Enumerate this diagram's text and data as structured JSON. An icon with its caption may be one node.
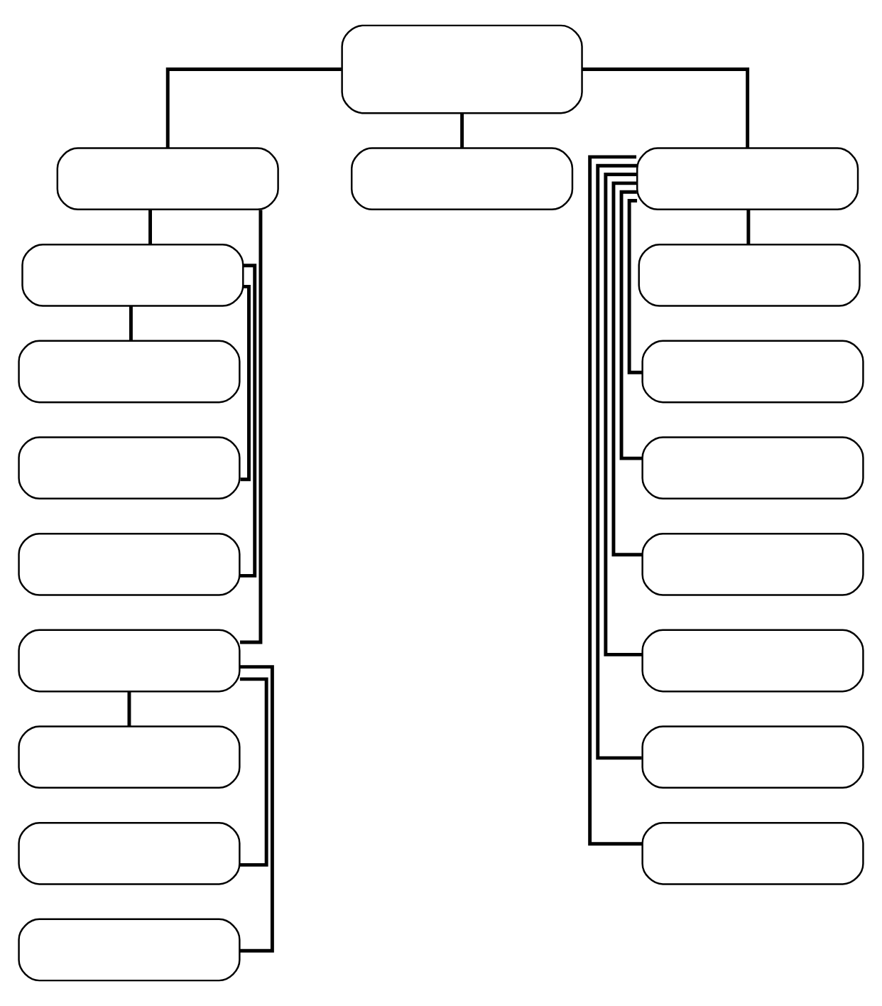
{
  "diagram": {
    "nodes": [
      {
        "text": [],
        "shape": "box"
      },
      {
        "text": [],
        "shape": "box"
      },
      {
        "text": [],
        "shape": "box"
      },
      {
        "text": [],
        "shape": "box"
      },
      {
        "text": [],
        "shape": "box"
      },
      {
        "text": [],
        "shape": "box"
      },
      {
        "text": [],
        "shape": "box"
      },
      {
        "text": [],
        "shape": "box"
      },
      {
        "text": [],
        "shape": "box"
      },
      {
        "text": [],
        "shape": "box"
      },
      {
        "text": [],
        "shape": "box"
      },
      {
        "text": [],
        "shape": "box"
      },
      {
        "text": [],
        "shape": "box"
      },
      {
        "text": [],
        "shape": "box"
      },
      {
        "text": [],
        "shape": "box"
      },
      {
        "text": [],
        "shape": "box"
      },
      {
        "text": [],
        "shape": "box"
      },
      {
        "text": [],
        "shape": "box"
      },
      {
        "text": [],
        "shape": "box"
      }
    ],
    "edges": [
      {
        "from": 0,
        "to": 1,
        "arrow": "none"
      },
      {
        "from": 0,
        "to": 2,
        "arrow": "none"
      },
      {
        "from": 0,
        "to": 3,
        "arrow": "none"
      },
      {
        "from": 1,
        "to": 4,
        "arrow": "none"
      },
      {
        "from": 4,
        "to": 5,
        "arrow": "none"
      },
      {
        "from": 4,
        "to": 6,
        "arrow": "none"
      },
      {
        "from": 4,
        "to": 7,
        "arrow": "none"
      },
      {
        "from": 1,
        "to": 8,
        "arrow": "none"
      },
      {
        "from": 8,
        "to": 9,
        "arrow": "none"
      },
      {
        "from": 8,
        "to": 10,
        "arrow": "none"
      },
      {
        "from": 8,
        "to": 11,
        "arrow": "none"
      },
      {
        "from": 3,
        "to": 12,
        "arrow": "none"
      },
      {
        "from": 3,
        "to": 13,
        "arrow": "none"
      },
      {
        "from": 3,
        "to": 14,
        "arrow": "none"
      },
      {
        "from": 3,
        "to": 15,
        "arrow": "none"
      },
      {
        "from": 3,
        "to": 16,
        "arrow": "none"
      },
      {
        "from": 3,
        "to": 17,
        "arrow": "none"
      },
      {
        "from": 3,
        "to": 18,
        "arrow": "none"
      }
    ]
  }
}
